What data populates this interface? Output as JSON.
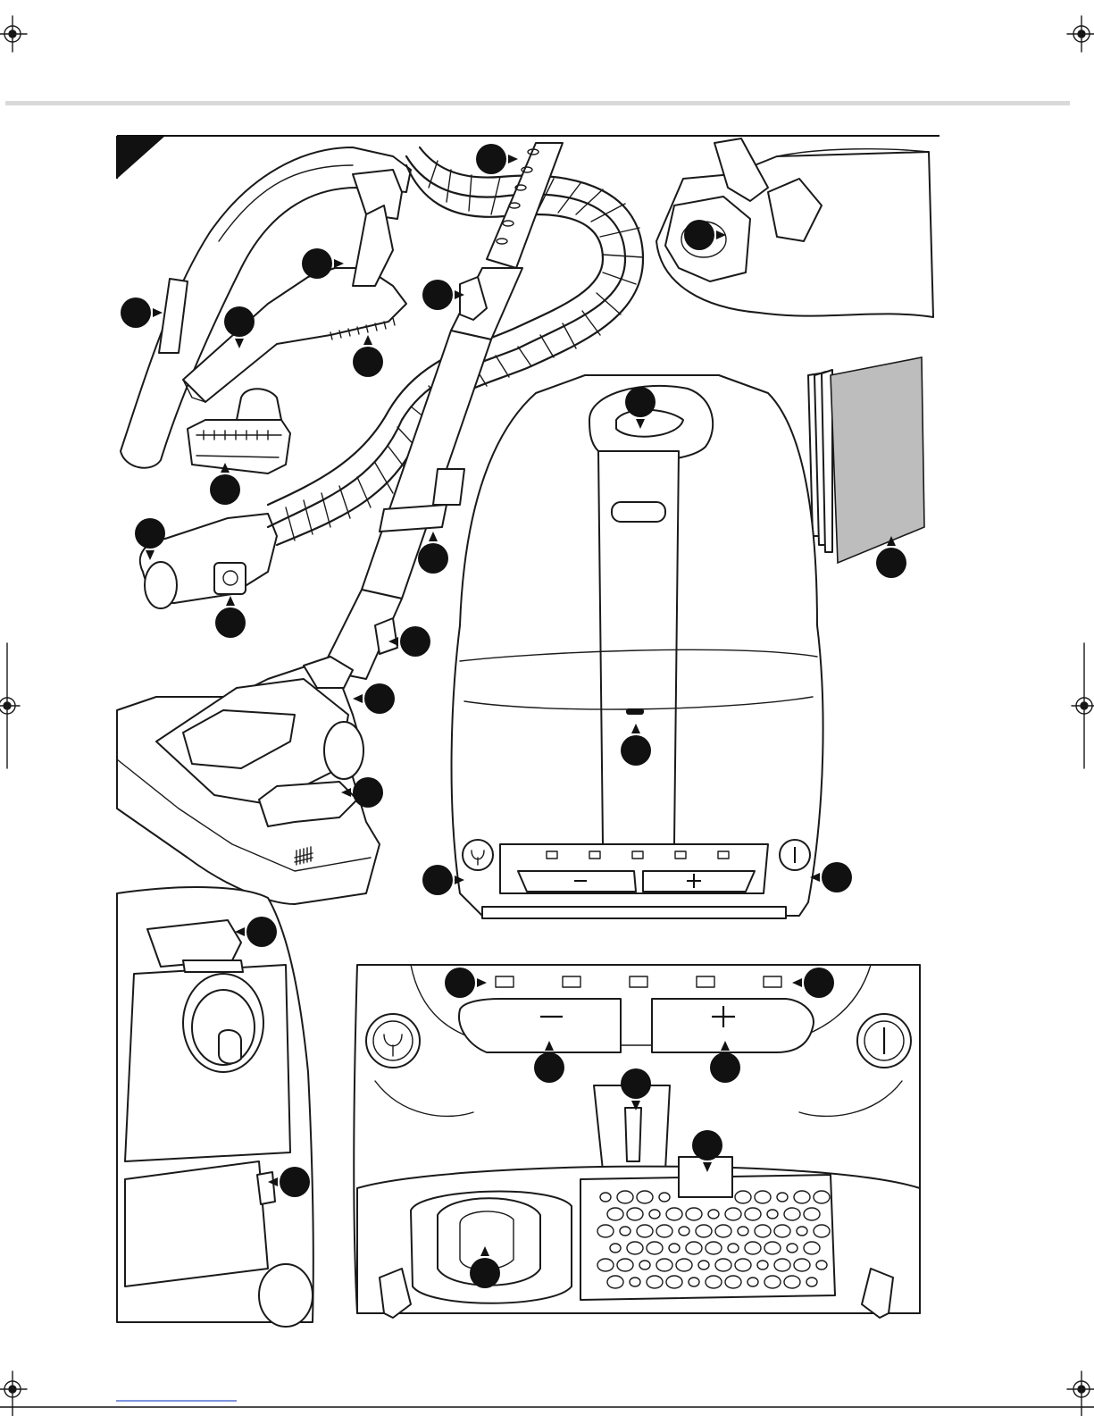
{
  "page": {
    "background": "#ffffff",
    "ink": "#111111",
    "rule_color": "#d9d9d9",
    "manual_fill": "#b8b8b8"
  },
  "callouts": [
    {
      "id": "1",
      "label": ""
    },
    {
      "id": "2",
      "label": ""
    },
    {
      "id": "3",
      "label": ""
    },
    {
      "id": "4",
      "label": ""
    },
    {
      "id": "5",
      "label": ""
    },
    {
      "id": "6",
      "label": ""
    },
    {
      "id": "7",
      "label": ""
    },
    {
      "id": "8",
      "label": ""
    },
    {
      "id": "9",
      "label": ""
    },
    {
      "id": "10",
      "label": ""
    },
    {
      "id": "11",
      "label": ""
    },
    {
      "id": "12",
      "label": ""
    },
    {
      "id": "13",
      "label": ""
    },
    {
      "id": "14",
      "label": ""
    },
    {
      "id": "15",
      "label": ""
    },
    {
      "id": "16",
      "label": ""
    },
    {
      "id": "17",
      "label": ""
    },
    {
      "id": "18",
      "label": ""
    },
    {
      "id": "19",
      "label": ""
    },
    {
      "id": "20",
      "label": ""
    },
    {
      "id": "21",
      "label": ""
    },
    {
      "id": "22",
      "label": ""
    },
    {
      "id": "23",
      "label": ""
    },
    {
      "id": "24",
      "label": ""
    },
    {
      "id": "25",
      "label": ""
    },
    {
      "id": "26",
      "label": ""
    },
    {
      "id": "27",
      "label": ""
    },
    {
      "id": "28",
      "label": ""
    },
    {
      "id": "29",
      "label": ""
    },
    {
      "id": "30",
      "label": ""
    }
  ],
  "icons": {
    "registration_mark": "crosshair-circle",
    "section_corner": "black-triangle",
    "power_cord_button": "plug-symbol",
    "power_button": "power-symbol",
    "minus_button": "minus-sign",
    "plus_button": "plus-sign"
  }
}
